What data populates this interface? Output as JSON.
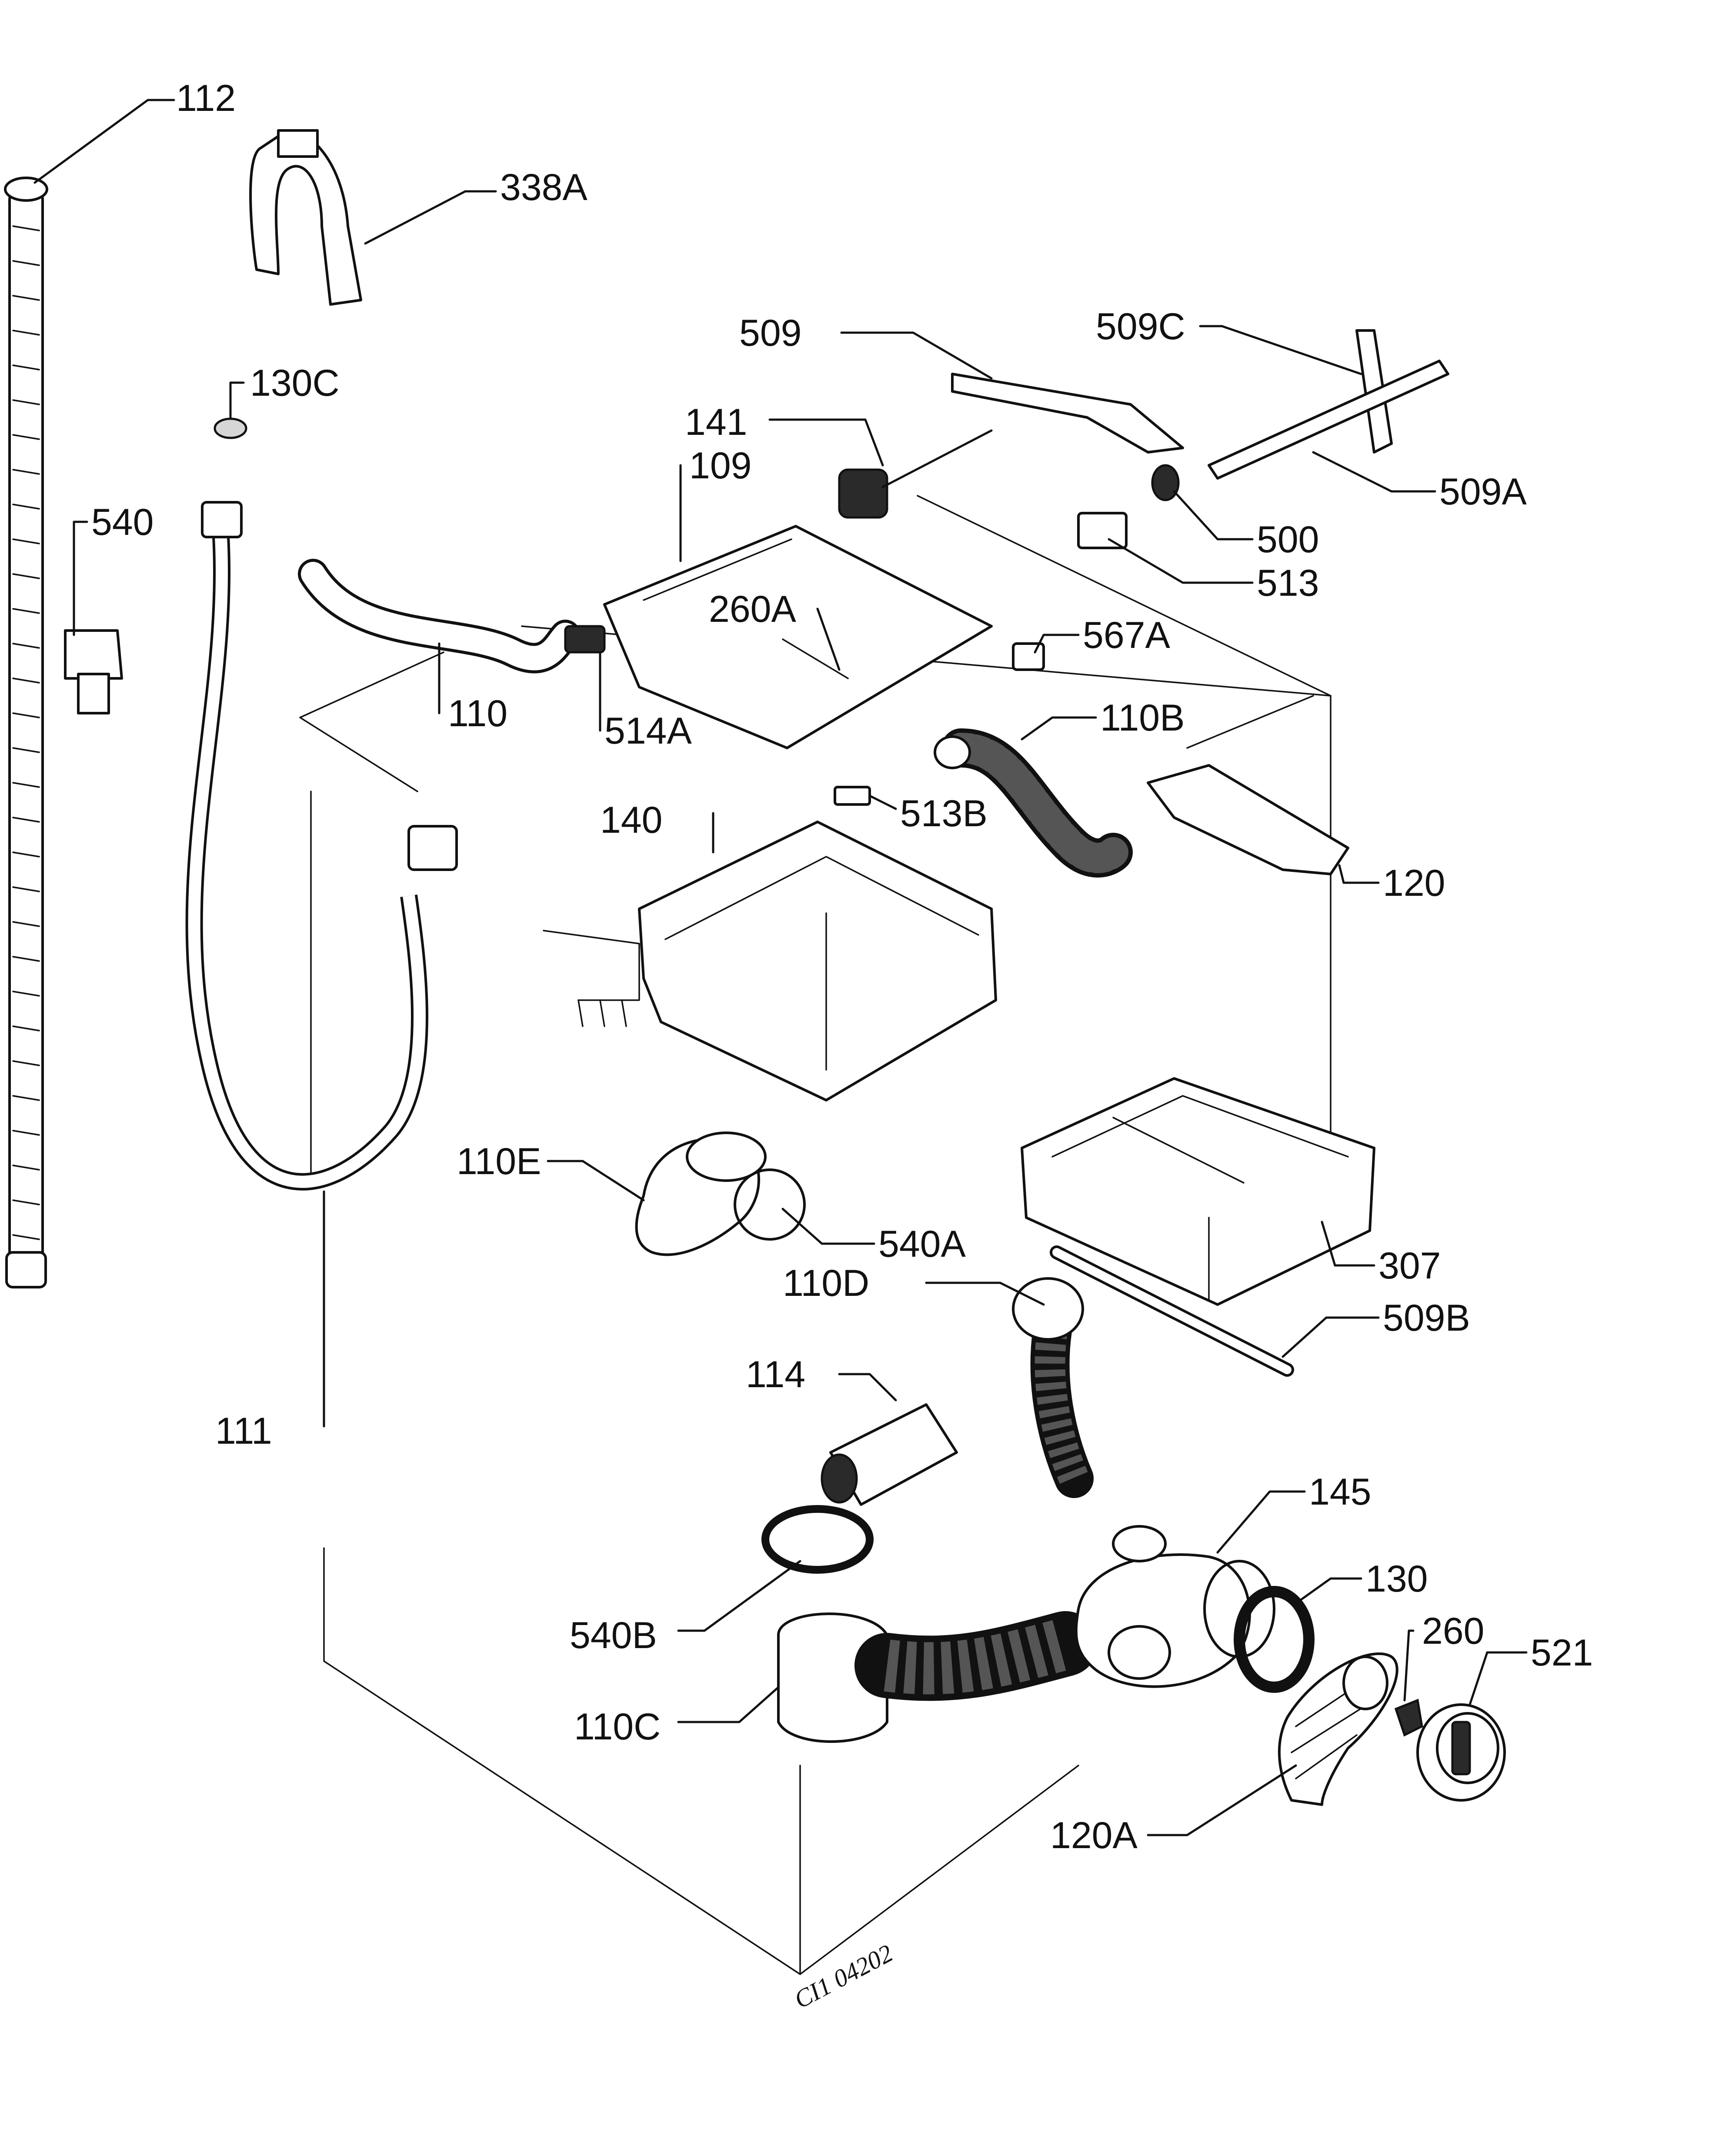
{
  "drawing_code": "CI1 04202",
  "labels": {
    "l112": "112",
    "l338A": "338A",
    "l509": "509",
    "l509C": "509C",
    "l130C": "130C",
    "l141": "141",
    "l109": "109",
    "l509A": "509A",
    "l540": "540",
    "l500": "500",
    "l513": "513",
    "l260A": "260A",
    "l567A": "567A",
    "l110": "110",
    "l514A": "514A",
    "l110B": "110B",
    "l140": "140",
    "l513B": "513B",
    "l120": "120",
    "l110E": "110E",
    "l540A": "540A",
    "l307": "307",
    "l110D": "110D",
    "l509B": "509B",
    "l114": "114",
    "l111": "111",
    "l145": "145",
    "l130": "130",
    "l260": "260",
    "l521": "521",
    "l540B": "540B",
    "l110C": "110C",
    "l120A": "120A"
  }
}
